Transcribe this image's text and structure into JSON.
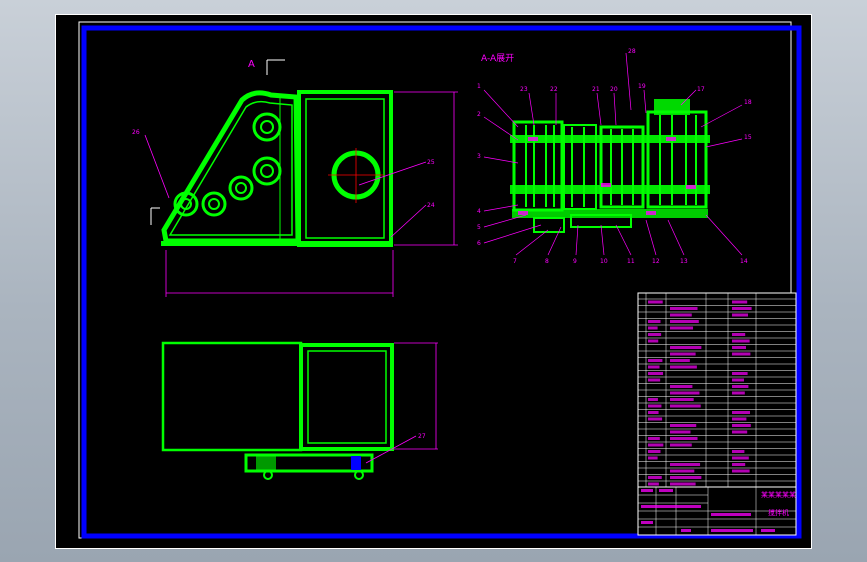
{
  "drawing": {
    "view_label_a": "A",
    "section_title": "A-A展开",
    "side_view_callouts": [
      "26",
      "25",
      "24"
    ],
    "top_view_callouts": [
      "27"
    ],
    "section_callouts_left": [
      "1",
      "2",
      "3",
      "4",
      "5",
      "6"
    ],
    "section_callouts_top": [
      "23",
      "22",
      "21",
      "20",
      "19",
      "17",
      "18",
      "15"
    ],
    "section_callouts_bottom": [
      "7",
      "8",
      "9",
      "10",
      "11",
      "12",
      "13",
      "14"
    ],
    "section_callout_special": "28",
    "title_block": {
      "company": "某某某某某",
      "drawing_name": "搅拌机"
    }
  },
  "colors": {
    "background": "#000000",
    "frame": "#0000ff",
    "geometry": "#00ff00",
    "annotation": "#ff00ff",
    "centerline": "#ff0000",
    "border": "#ffffff"
  }
}
